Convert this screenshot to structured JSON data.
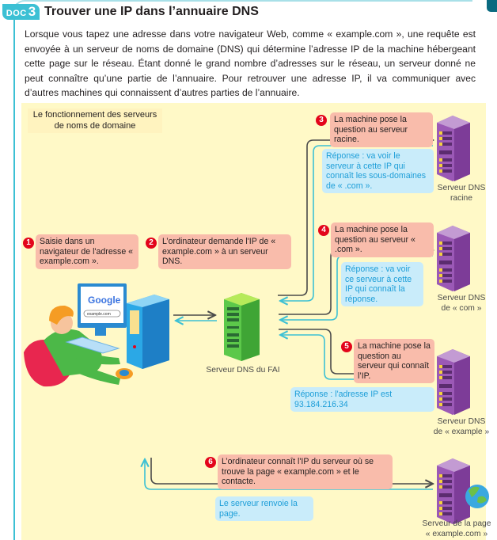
{
  "document": {
    "badge_label": "DOC",
    "badge_number": "3",
    "title": "Trouver une IP dans l’annuaire DNS",
    "intro": "Lorsque vous tapez une adresse dans votre navigateur Web, comme « example.com », une requête est envoyée à un serveur de noms de domaine (DNS) qui détermine l’adresse IP de la machine hébergeant cette page sur le réseau. Étant donné le grand nombre d’adresses sur le réseau, un serveur donné ne peut connaître qu’une partie de l’annuaire. Pour retrouver une adresse IP, il va communiquer avec d’autres machines qui connaissent d’autres parties de l’annuaire."
  },
  "diagram": {
    "title": "Le fonctionnement des serveurs de noms de domaine",
    "steps": [
      {
        "number": "1",
        "text": "Saisie dans un navigateur de l'adresse « example.com »."
      },
      {
        "number": "2",
        "text": "L’ordinateur demande l'IP de « example.com » à un serveur DNS."
      },
      {
        "number": "3",
        "text": "La machine pose la question au serveur racine."
      },
      {
        "number": "4",
        "text": "La machine pose la question au serveur « .com »."
      },
      {
        "number": "5",
        "text": "La machine pose la question au serveur qui connaît l’IP."
      },
      {
        "number": "6",
        "text": "L’ordinateur connaît l'IP du serveur où se trouve la page « example.com » et le contacte."
      }
    ],
    "responses": [
      "Réponse : va voir le serveur à cette IP qui connaît les sous-domaines de « .com ».",
      "Réponse : va voir ce serveur à cette IP qui connaît la réponse.",
      "Réponse : l'adresse IP est 93.184.216.34",
      "Le serveur renvoie la page."
    ],
    "servers": [
      {
        "line1": "Serveur DNS du FAI",
        "line2": ""
      },
      {
        "line1": "Serveur DNS",
        "line2": "racine"
      },
      {
        "line1": "Serveur DNS",
        "line2": "de « com »"
      },
      {
        "line1": "Serveur DNS",
        "line2": "de « example »"
      },
      {
        "line1": "Serveur de la page",
        "line2": "« example.com »"
      }
    ],
    "screen": {
      "logo": "Google",
      "search_value": "example.com"
    },
    "colors": {
      "accent": "#3cc0d4",
      "panel": "#fff9c7",
      "question_bubble": "#f9bcab",
      "answer_bubble": "#c9ecfa",
      "answer_text": "#1d9ed8",
      "step_badge": "#e3051b",
      "dns_fai_server": "#5cc84a",
      "remote_server": "#8e44ad"
    }
  }
}
